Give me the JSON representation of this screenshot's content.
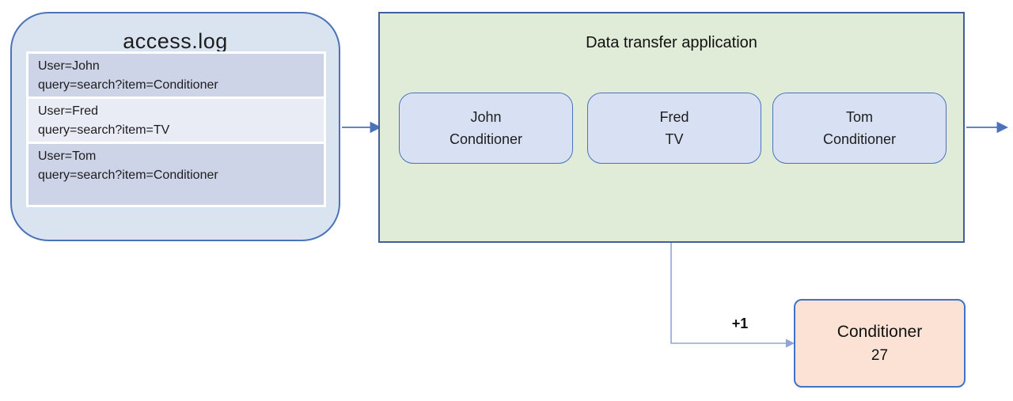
{
  "access_log": {
    "title": "access.log",
    "rows": [
      {
        "line1": "User=John",
        "line2": "query=search?item=Conditioner"
      },
      {
        "line1": "User=Fred",
        "line2": "query=search?item=TV"
      },
      {
        "line1": "User=Tom",
        "line2": "query=search?item=Conditioner"
      }
    ]
  },
  "app": {
    "title": "Data transfer application",
    "records": [
      {
        "user": "John",
        "item": "Conditioner"
      },
      {
        "user": "Fred",
        "item": "TV"
      },
      {
        "user": "Tom",
        "item": "Conditioner"
      }
    ]
  },
  "increment_label": "+1",
  "counter": {
    "label": "Conditioner",
    "value": "27"
  },
  "colors": {
    "log_fill": "#dae4f1",
    "log_border": "#4a73b9",
    "row_dark": "#cdd4e8",
    "row_light": "#e9ecf5",
    "app_fill": "#e0ebd8",
    "app_border": "#3f609c",
    "record_fill": "#d8e1f3",
    "record_border": "#4a73b9",
    "counter_fill": "#fbe2d4",
    "counter_border": "#4272c4",
    "arrow_dark": "#4d72bb",
    "arrow_light": "#8fa5d5"
  }
}
